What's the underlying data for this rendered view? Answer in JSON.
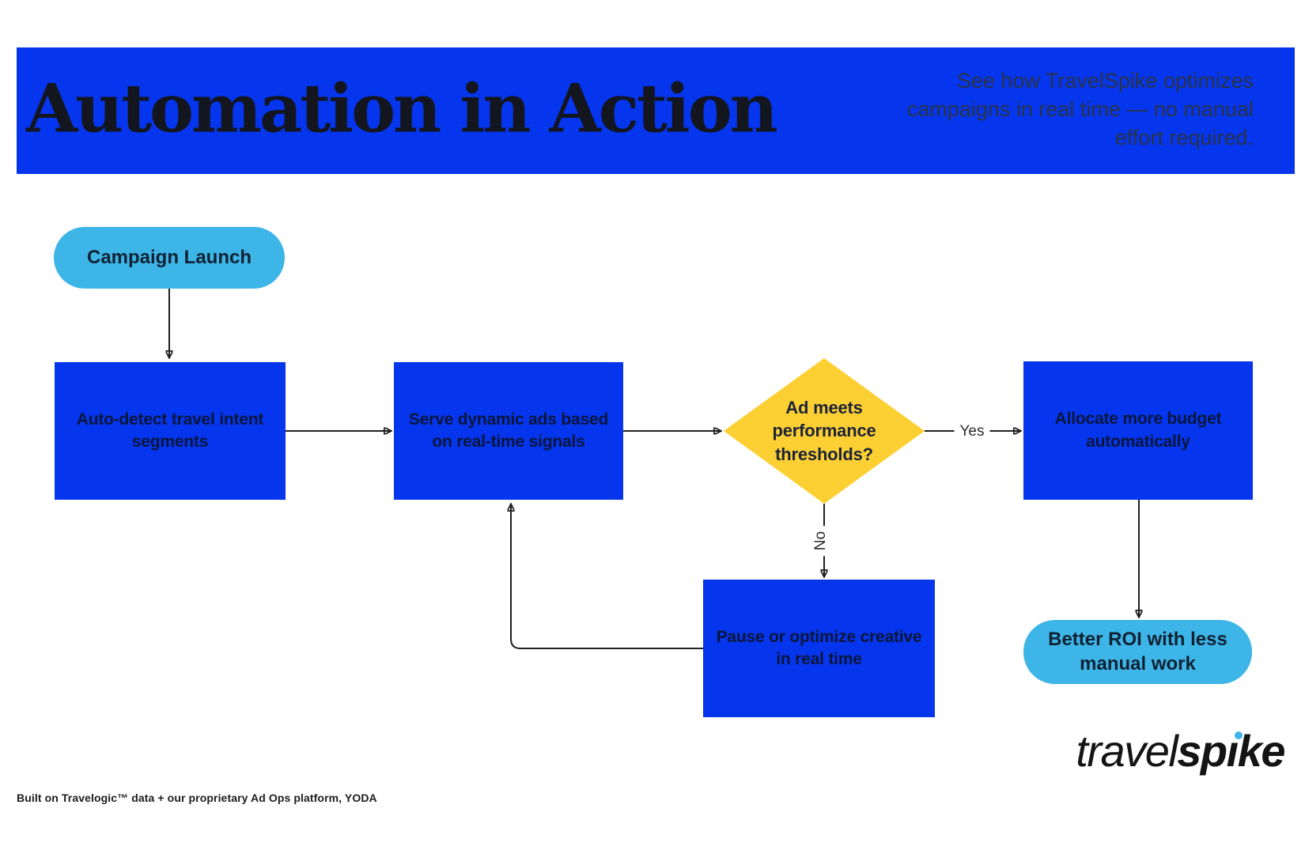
{
  "banner": {
    "title": "Automation in Action",
    "subtitle": "See how TravelSpike optimizes\ncampaigns in real time — no manual\neffort required."
  },
  "flowchart": {
    "nodes": {
      "start": {
        "type": "terminator",
        "label": "Campaign Launch"
      },
      "detect": {
        "type": "process",
        "label": "Auto-detect travel intent\nsegments"
      },
      "serve": {
        "type": "process",
        "label": "Serve dynamic ads based\non real-time signals"
      },
      "decision": {
        "type": "decision",
        "label": "Ad meets\nperformance\nthresholds?"
      },
      "allocate": {
        "type": "process",
        "label": "Allocate more budget\nautomatically"
      },
      "pause": {
        "type": "process",
        "label": "Pause or optimize creative\nin real time"
      },
      "end": {
        "type": "terminator",
        "label": "Better ROI with less\nmanual work"
      }
    },
    "edges": [
      {
        "from": "start",
        "to": "detect",
        "label": ""
      },
      {
        "from": "detect",
        "to": "serve",
        "label": ""
      },
      {
        "from": "serve",
        "to": "decision",
        "label": ""
      },
      {
        "from": "decision",
        "to": "allocate",
        "label": "Yes"
      },
      {
        "from": "decision",
        "to": "pause",
        "label": "No"
      },
      {
        "from": "allocate",
        "to": "end",
        "label": ""
      },
      {
        "from": "pause",
        "to": "serve",
        "label": ""
      }
    ]
  },
  "footer": {
    "note": "Built on Travelogic™ data + our proprietary Ad Ops platform, YODA"
  },
  "logo": {
    "travel": "travel",
    "spike_start": "sp",
    "spike_i": "ı",
    "spike_end": "ke"
  },
  "colors": {
    "primary_blue": "#0535ec",
    "sky_blue": "#3eb5e7",
    "decision_yellow": "#fccf33",
    "node_text": "#0b163a"
  }
}
